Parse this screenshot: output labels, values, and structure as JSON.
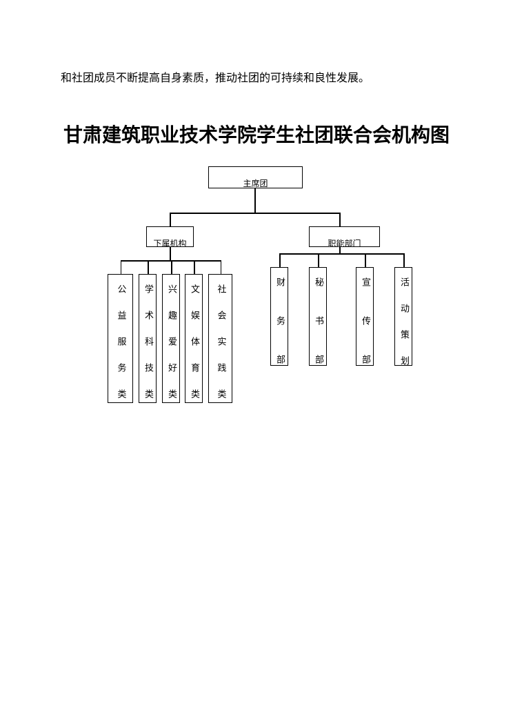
{
  "paragraph": "和社团成员不断提高自身素质，推动社团的可持续和良性发展。",
  "title": "甘肃建筑职业技术学院学生社团联合会机构图",
  "org_chart": {
    "root": "主席团",
    "branches": [
      {
        "label": "下属机构",
        "children": [
          "公益服务类",
          "学术科技类",
          "兴趣爱好类",
          "文娱体育类",
          "社会实践类"
        ]
      },
      {
        "label": "职能部门",
        "children": [
          "财务部",
          "秘书部",
          "宣传部",
          "活动策划"
        ]
      }
    ]
  }
}
